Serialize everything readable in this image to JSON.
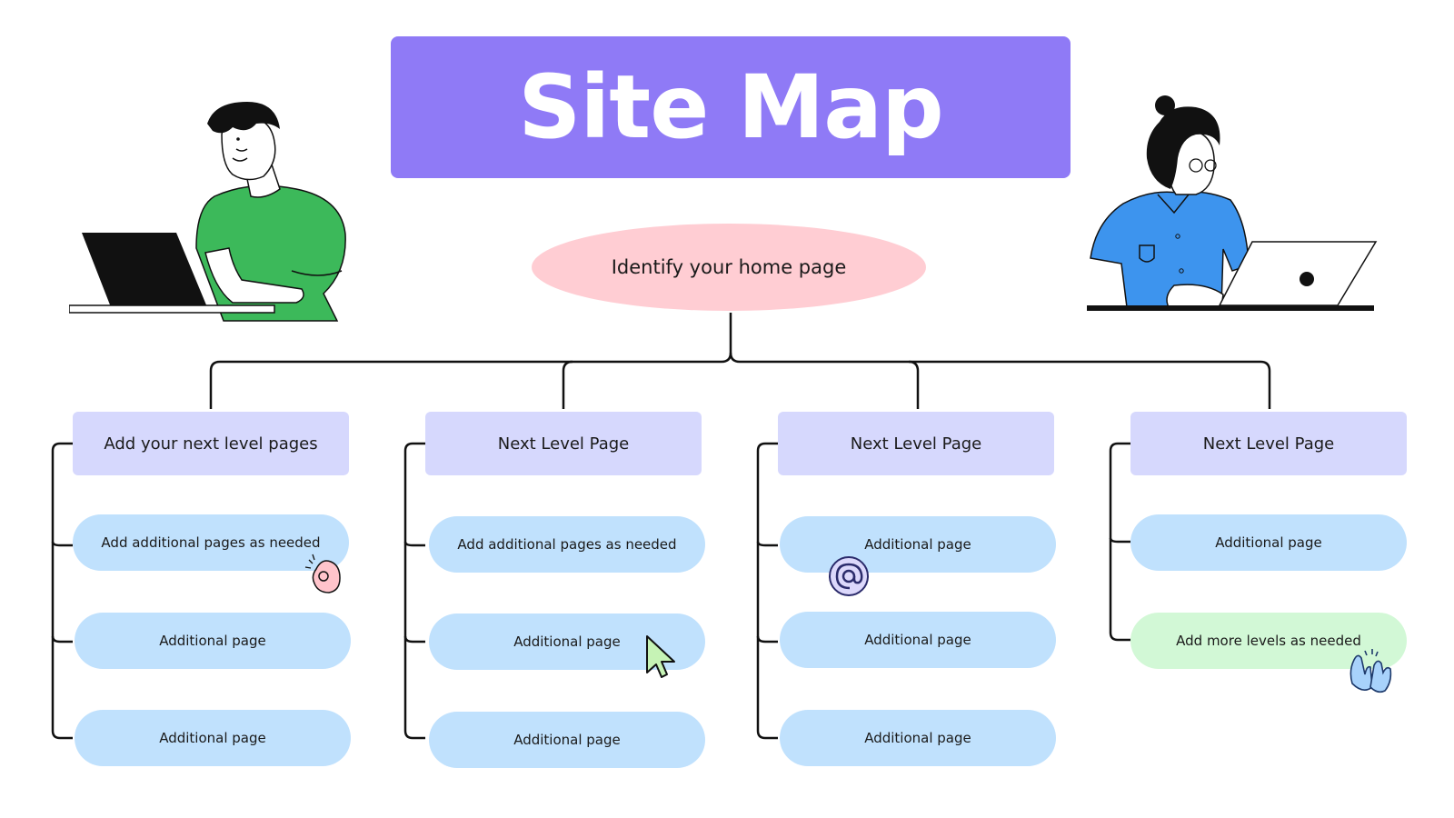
{
  "title": "Site Map",
  "home": "Identify your home page",
  "columns": [
    {
      "header": "Add your next level pages",
      "pages": [
        "Add additional pages as needed",
        "Additional page",
        "Additional page"
      ]
    },
    {
      "header": "Next Level Page",
      "pages": [
        "Add additional pages as needed",
        "Additional page",
        "Additional page"
      ]
    },
    {
      "header": "Next Level Page",
      "pages": [
        "Additional page",
        "Additional page",
        "Additional page"
      ]
    },
    {
      "header": "Next Level Page",
      "pages": [
        "Additional page",
        "Add more levels as needed"
      ]
    }
  ],
  "colors": {
    "title_bg": "#8f7af6",
    "home_bg": "#ffcdd3",
    "level_bg": "#d6d8fd",
    "page_bg": "#c0e1fd",
    "more_levels_bg": "#d2f8d6"
  },
  "stickers": [
    "ok-hand-icon",
    "at-sign-icon",
    "cursor-arrow-icon",
    "high-five-icon"
  ]
}
